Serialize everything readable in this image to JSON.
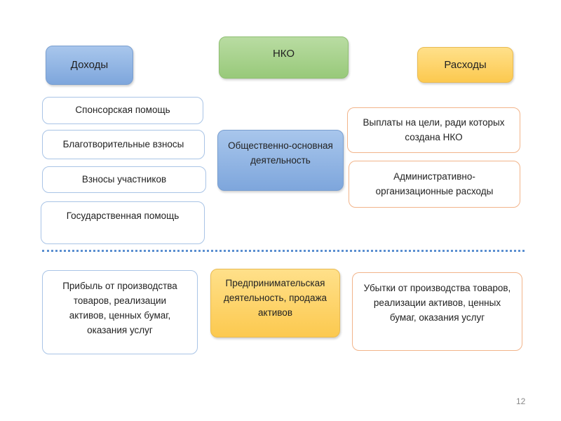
{
  "headers": {
    "income": "Доходы",
    "nko": "НКО",
    "expenses": "Расходы"
  },
  "income_items": [
    "Спонсорская помощь",
    "Благотворительные взносы",
    "Взносы участников",
    "Государственная помощь"
  ],
  "main_activity": "Общественно-основная деятельность",
  "expense_items": [
    "Выплаты на цели, ради которых создана НКО",
    "Административно-организационные расходы"
  ],
  "business": {
    "income": "Прибыль от производства товаров, реализации активов, ценных бумаг, оказания услуг",
    "activity": "Предпринимательская деятельность, продажа активов",
    "expenses": "Убытки от производства товаров, реализации активов, ценных бумаг, оказания услуг"
  },
  "page_number": "12"
}
